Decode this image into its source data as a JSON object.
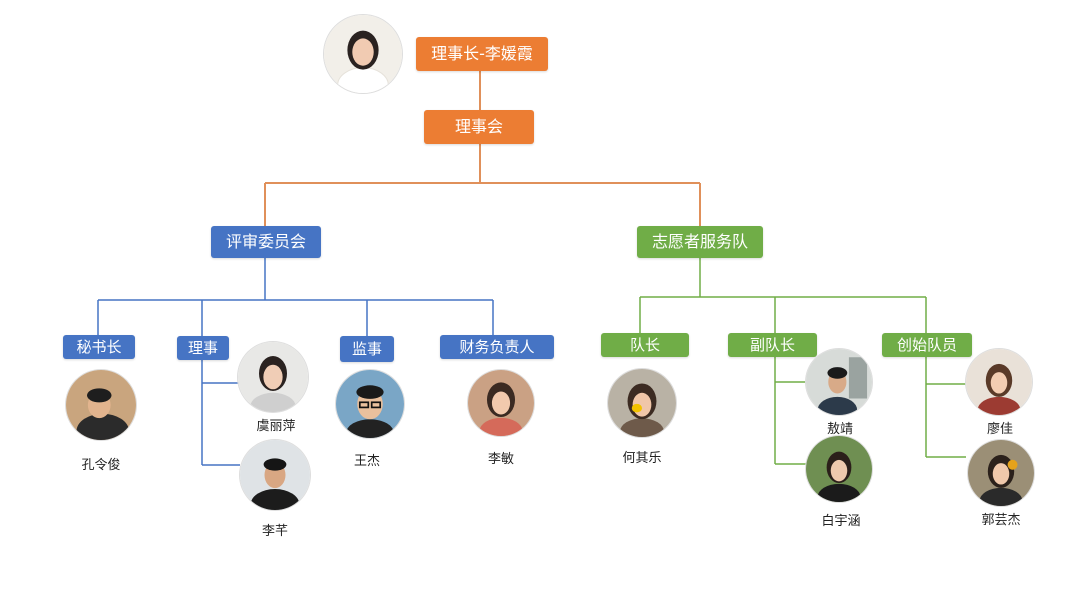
{
  "chairman": {
    "label": "理事长-李媛霞"
  },
  "council": {
    "label": "理事会"
  },
  "review_committee": {
    "label": "评审委员会",
    "roles": {
      "secretary": {
        "label": "秘书长",
        "members": [
          "孔令俊"
        ]
      },
      "director": {
        "label": "理事",
        "members": [
          "虞丽萍",
          "李芊"
        ]
      },
      "supervisor": {
        "label": "监事",
        "members": [
          "王杰"
        ]
      },
      "finance": {
        "label": "财务负责人",
        "members": [
          "李敏"
        ]
      }
    }
  },
  "volunteer_team": {
    "label": "志愿者服务队",
    "roles": {
      "captain": {
        "label": "队长",
        "members": [
          "何其乐"
        ]
      },
      "vice_captain": {
        "label": "副队长",
        "members": [
          "敖靖",
          "白宇涵"
        ]
      },
      "founders": {
        "label": "创始队员",
        "members": [
          "廖佳",
          "郭芸杰"
        ]
      }
    }
  },
  "colors": {
    "orange": "#ec7d33",
    "blue": "#4674c4",
    "green": "#70ad47",
    "line_orange": "#e0905a",
    "line_blue": "#4674c4",
    "line_green": "#70ad47"
  }
}
